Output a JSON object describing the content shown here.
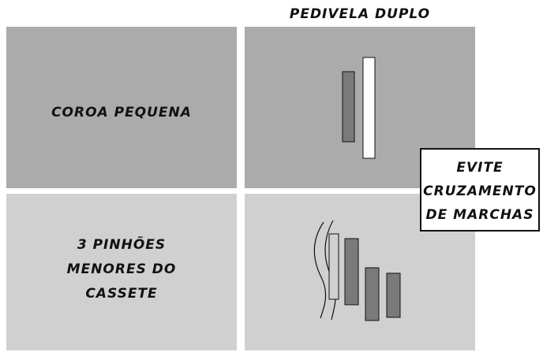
{
  "header": {
    "title": "PEDIVELA DUPLO"
  },
  "top_left": {
    "label": "COROA PEQUENA"
  },
  "bottom_left": {
    "label_lines": [
      "3 PINHÕES",
      "MENORES DO",
      "CASSETE"
    ]
  },
  "warning": {
    "lines": [
      "EVITE",
      "CRUZAMENTO",
      "DE MARCHAS"
    ]
  },
  "colors": {
    "dark_panel": "#ababab",
    "light_panel": "#d0d0d0",
    "gear_dark": "#7a7a7a",
    "gear_light": "#ffffff"
  }
}
